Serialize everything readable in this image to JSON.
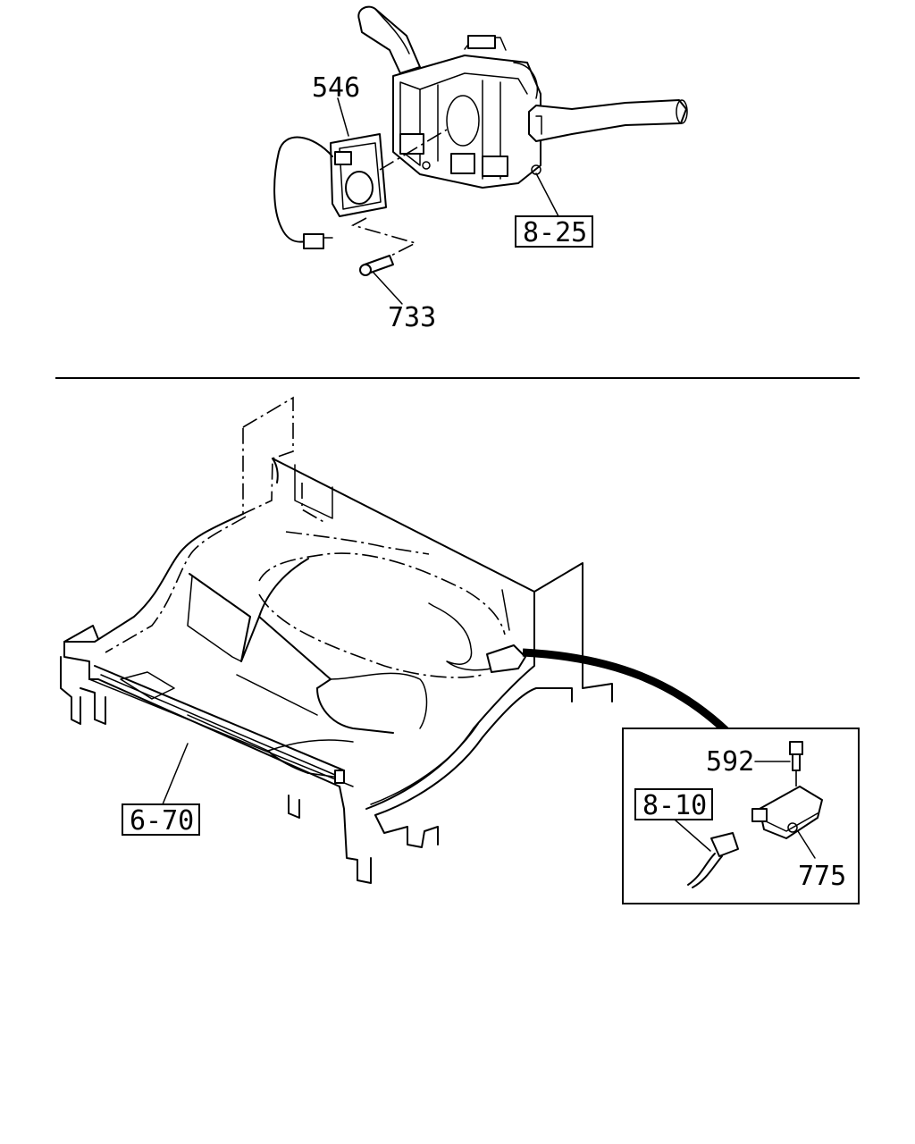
{
  "labels": {
    "p546": "546",
    "p733": "733",
    "r825": "8-25",
    "r670": "6-70",
    "p592": "592",
    "r810": "8-10",
    "p775": "775"
  }
}
